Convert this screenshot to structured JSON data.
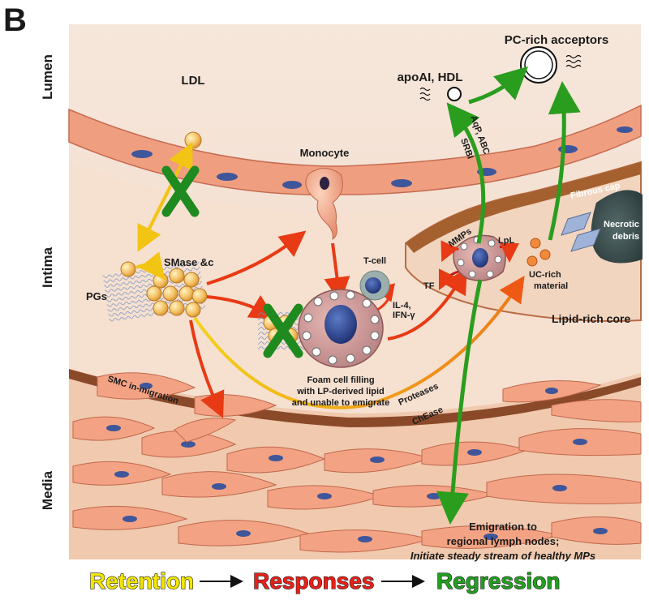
{
  "panel_letter": "B",
  "regions": {
    "lumen": "Lumen",
    "intima": "Intima",
    "media": "Media"
  },
  "labels": {
    "ldl": "LDL",
    "monocyte": "Monocyte",
    "smase": "SMase &c",
    "pgs": "PGs",
    "tcell": "T-cell",
    "il4": "IL-4,",
    "ifng": "IFN-γ",
    "foam_line1": "Foam cell filling",
    "foam_line2": "with LP-derived lipid",
    "foam_line3": "and unable to emigrate",
    "smc": "SMC in-migration",
    "proteases": "Proteases",
    "chease": "ChEase",
    "apoai": "apoAI, HDL",
    "pc_rich": "PC-rich acceptors",
    "aqp": "AqP, ABC",
    "srbi": "SRBI",
    "mmps": "MMPs",
    "lpl": "LpL",
    "tf": "TF",
    "uc_line1": "UC-rich",
    "uc_line2": "material",
    "necrotic_line1": "Necrotic",
    "necrotic_line2": "debris",
    "fibrous_cap": "Fibrous cap",
    "lipid_core": "Lipid-rich core",
    "emig_line1": "Emigration to",
    "emig_line2": "regional lymph nodes;",
    "emig_line3": "Initiate steady stream of healthy MPs"
  },
  "stages": [
    {
      "label": "Retention",
      "color": "#f2e600"
    },
    {
      "label": "Responses",
      "color": "#e8201a"
    },
    {
      "label": "Regression",
      "color": "#22a020"
    }
  ],
  "colors": {
    "retention": "#f2e600",
    "response": "#e83a14",
    "regression": "#2a9d1f",
    "block": "#1f8a1f"
  }
}
